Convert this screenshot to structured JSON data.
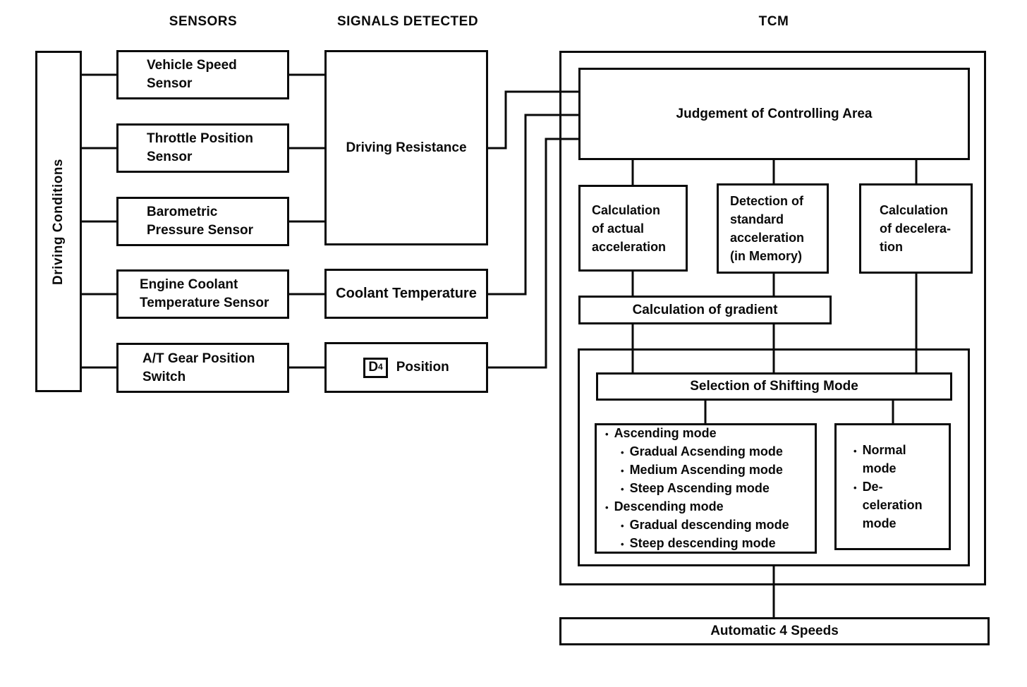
{
  "headers": {
    "sensors": "SENSORS",
    "signals_detected": "SIGNALS DETECTED",
    "tcm": "TCM"
  },
  "glyphs": {
    "bullet": "•"
  },
  "colors": {
    "line": "#0a0a0a",
    "background": "#ffffff",
    "text": "#0a0a0a"
  },
  "driving_conditions": {
    "label": "Driving Conditions"
  },
  "sensors": [
    {
      "label": "Vehicle Speed\nSensor"
    },
    {
      "label": "Throttle Position\nSensor"
    },
    {
      "label": "Barometric\nPressure Sensor"
    },
    {
      "label": "Engine Coolant\nTemperature Sensor"
    },
    {
      "label": "A/T Gear Position\nSwitch"
    }
  ],
  "signals": {
    "driving_resistance": "Driving Resistance",
    "coolant_temperature": "Coolant Temperature",
    "d4_position": {
      "symbol_main": "D",
      "symbol_sub": "4",
      "label": "Position"
    }
  },
  "tcm": {
    "judgement": "Judgement of Controlling Area",
    "calc_actual_acceleration": "Calculation\nof actual\nacceleration",
    "detection_standard_acceleration": "Detection of\nstandard\nacceleration\n(in Memory)",
    "calc_deceleration": "Calculation\nof decelera-\ntion",
    "calc_gradient": "Calculation of gradient",
    "selection_shifting_mode": "Selection of Shifting Mode",
    "mode_list": [
      {
        "level": 1,
        "label": "Ascending mode"
      },
      {
        "level": 2,
        "label": "Gradual Acsending mode"
      },
      {
        "level": 2,
        "label": "Medium Ascending mode"
      },
      {
        "level": 2,
        "label": "Steep Ascending mode"
      },
      {
        "level": 1,
        "label": "Descending mode"
      },
      {
        "level": 2,
        "label": "Gradual descending mode"
      },
      {
        "level": 2,
        "label": "Steep descending mode"
      }
    ],
    "secondary_mode_list": [
      {
        "label": "Normal\nmode"
      },
      {
        "label": "De-\nceleration\nmode"
      }
    ]
  },
  "output": {
    "automatic_speeds": "Automatic 4 Speeds"
  }
}
